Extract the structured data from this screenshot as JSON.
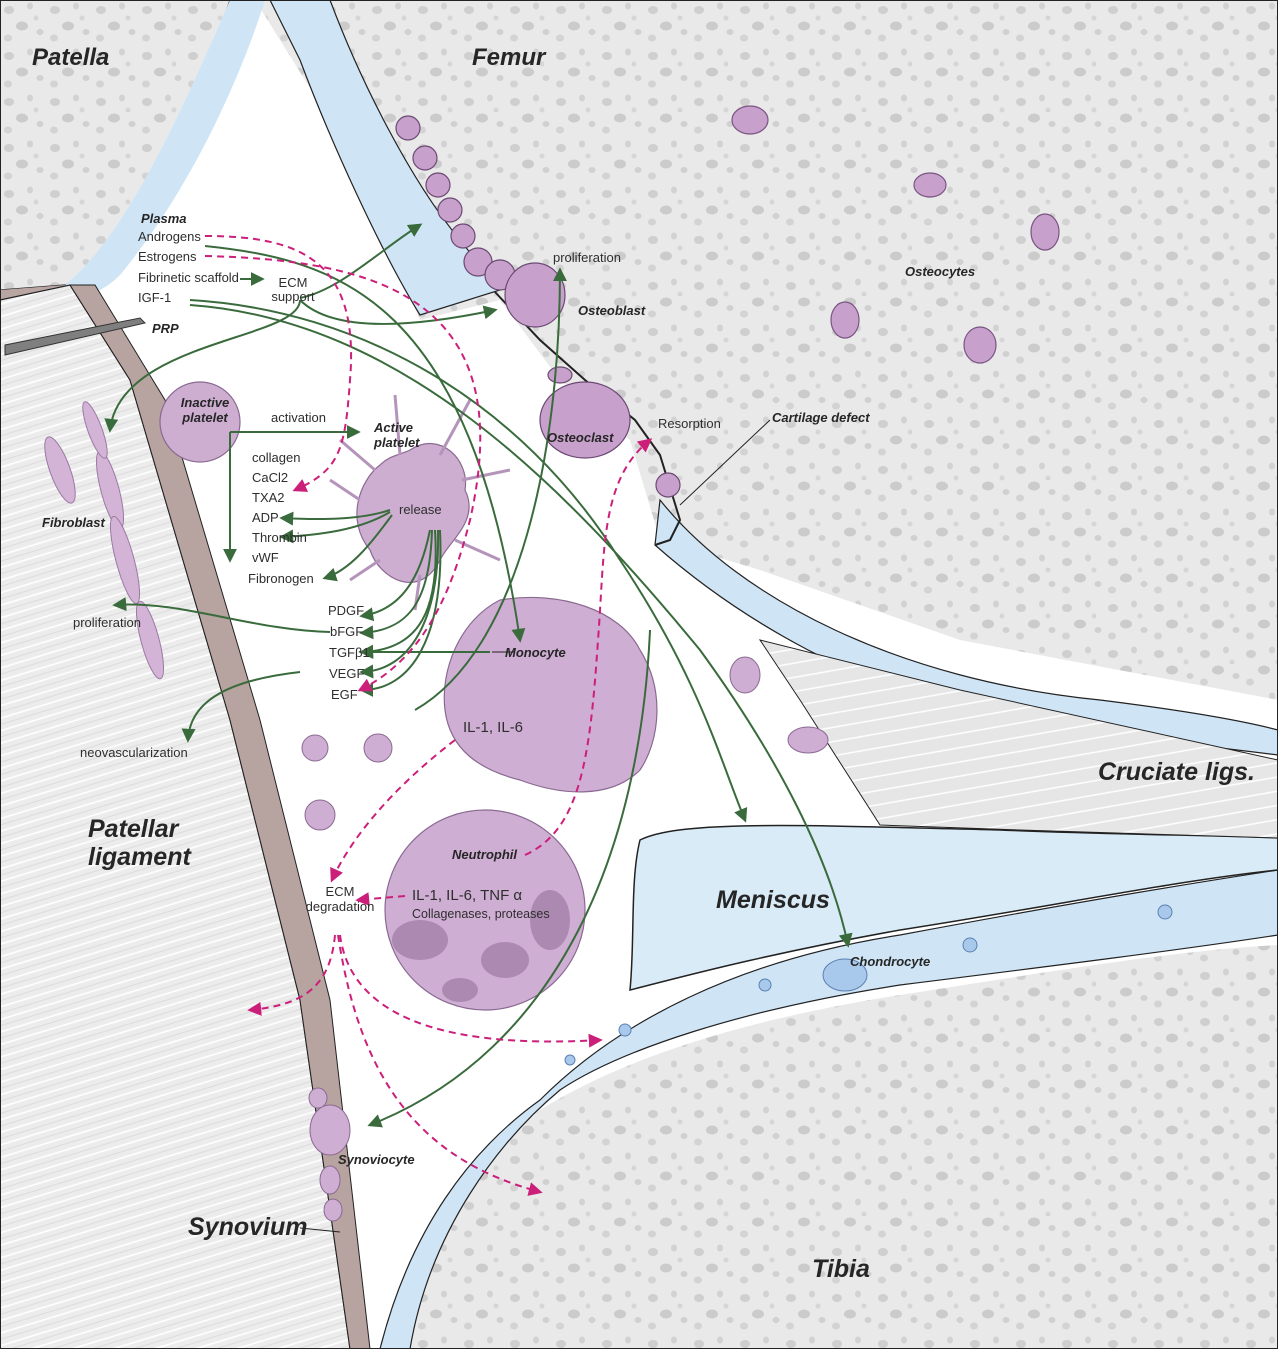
{
  "anatomy": {
    "patella": "Patella",
    "femur": "Femur",
    "tibia": "Tibia",
    "meniscus": "Meniscus",
    "cruciate": "Cruciate ligs.",
    "patellar_ligament": "Patellar ligament",
    "synovium": "Synovium"
  },
  "cells": {
    "osteoblast": "Osteoblast",
    "osteoclast": "Osteoclast",
    "osteocytes": "Osteocytes",
    "fibroblast": "Fibroblast",
    "inactive_platelet": "Inactive platelet",
    "active_platelet": "Active platelet",
    "monocyte": "Monocyte",
    "neutrophil": "Neutrophil",
    "chondrocyte": "Chondrocyte",
    "synoviocyte": "Synoviocyte",
    "cartilage_defect": "Cartilage defect",
    "prp": "PRP"
  },
  "plasma": {
    "heading": "Plasma",
    "items": [
      "Androgens",
      "Estrogens",
      "Fibrinetic scaffold",
      "IGF-1"
    ],
    "ecm_support": "ECM support"
  },
  "platelet": {
    "activation": "activation",
    "activators": [
      "collagen",
      "CaCl2",
      "TXA2",
      "ADP",
      "Thrombin",
      "vWF",
      "Fibronogen"
    ],
    "release": "release"
  },
  "growth_factors": [
    "PDGF",
    "bFGF",
    "TGFβ1",
    "VEGF",
    "EGF"
  ],
  "effects": {
    "proliferation_osteo": "proliferation",
    "proliferation_fibro": "proliferation",
    "neovascularization": "neovascularization",
    "resorption": "Resorption",
    "ecm_degradation": "ECM degradation"
  },
  "cytokines": {
    "monocyte": "IL-1, IL-6",
    "neutrophil_line1": "IL-1, IL-6, TNF α",
    "neutrophil_line2": "Collagenases, proteases"
  },
  "colors": {
    "promote_arrow": "#3a6b3c",
    "inhibit_arrow": "#cc1f7a",
    "cell_fill": "#c9a6cf",
    "cartilage": "#d3e8f7",
    "bone_gray": "#e7e7e7"
  }
}
